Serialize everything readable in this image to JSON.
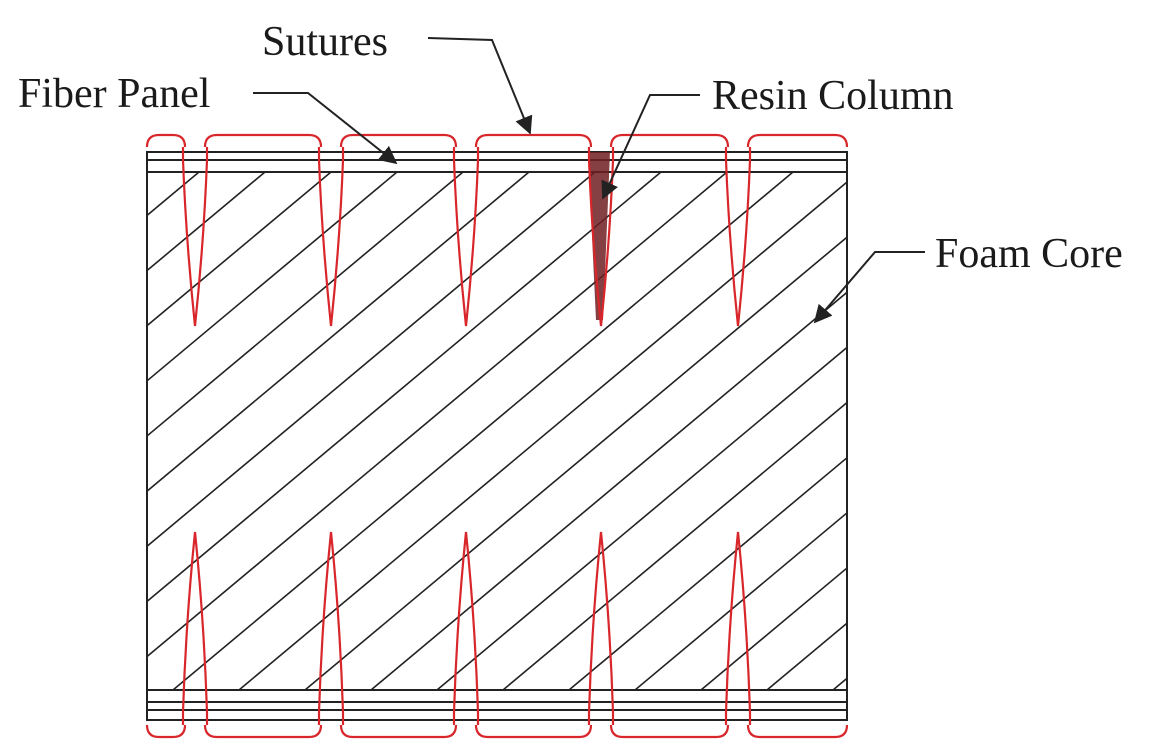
{
  "labels": {
    "sutures": "Sutures",
    "fiber_panel": "Fiber Panel",
    "resin_column": "Resin Column",
    "foam_core": "Foam Core"
  },
  "colors": {
    "suture_red": "#d8262b",
    "resin_dark": "#6e1e22",
    "line": "#222222"
  }
}
